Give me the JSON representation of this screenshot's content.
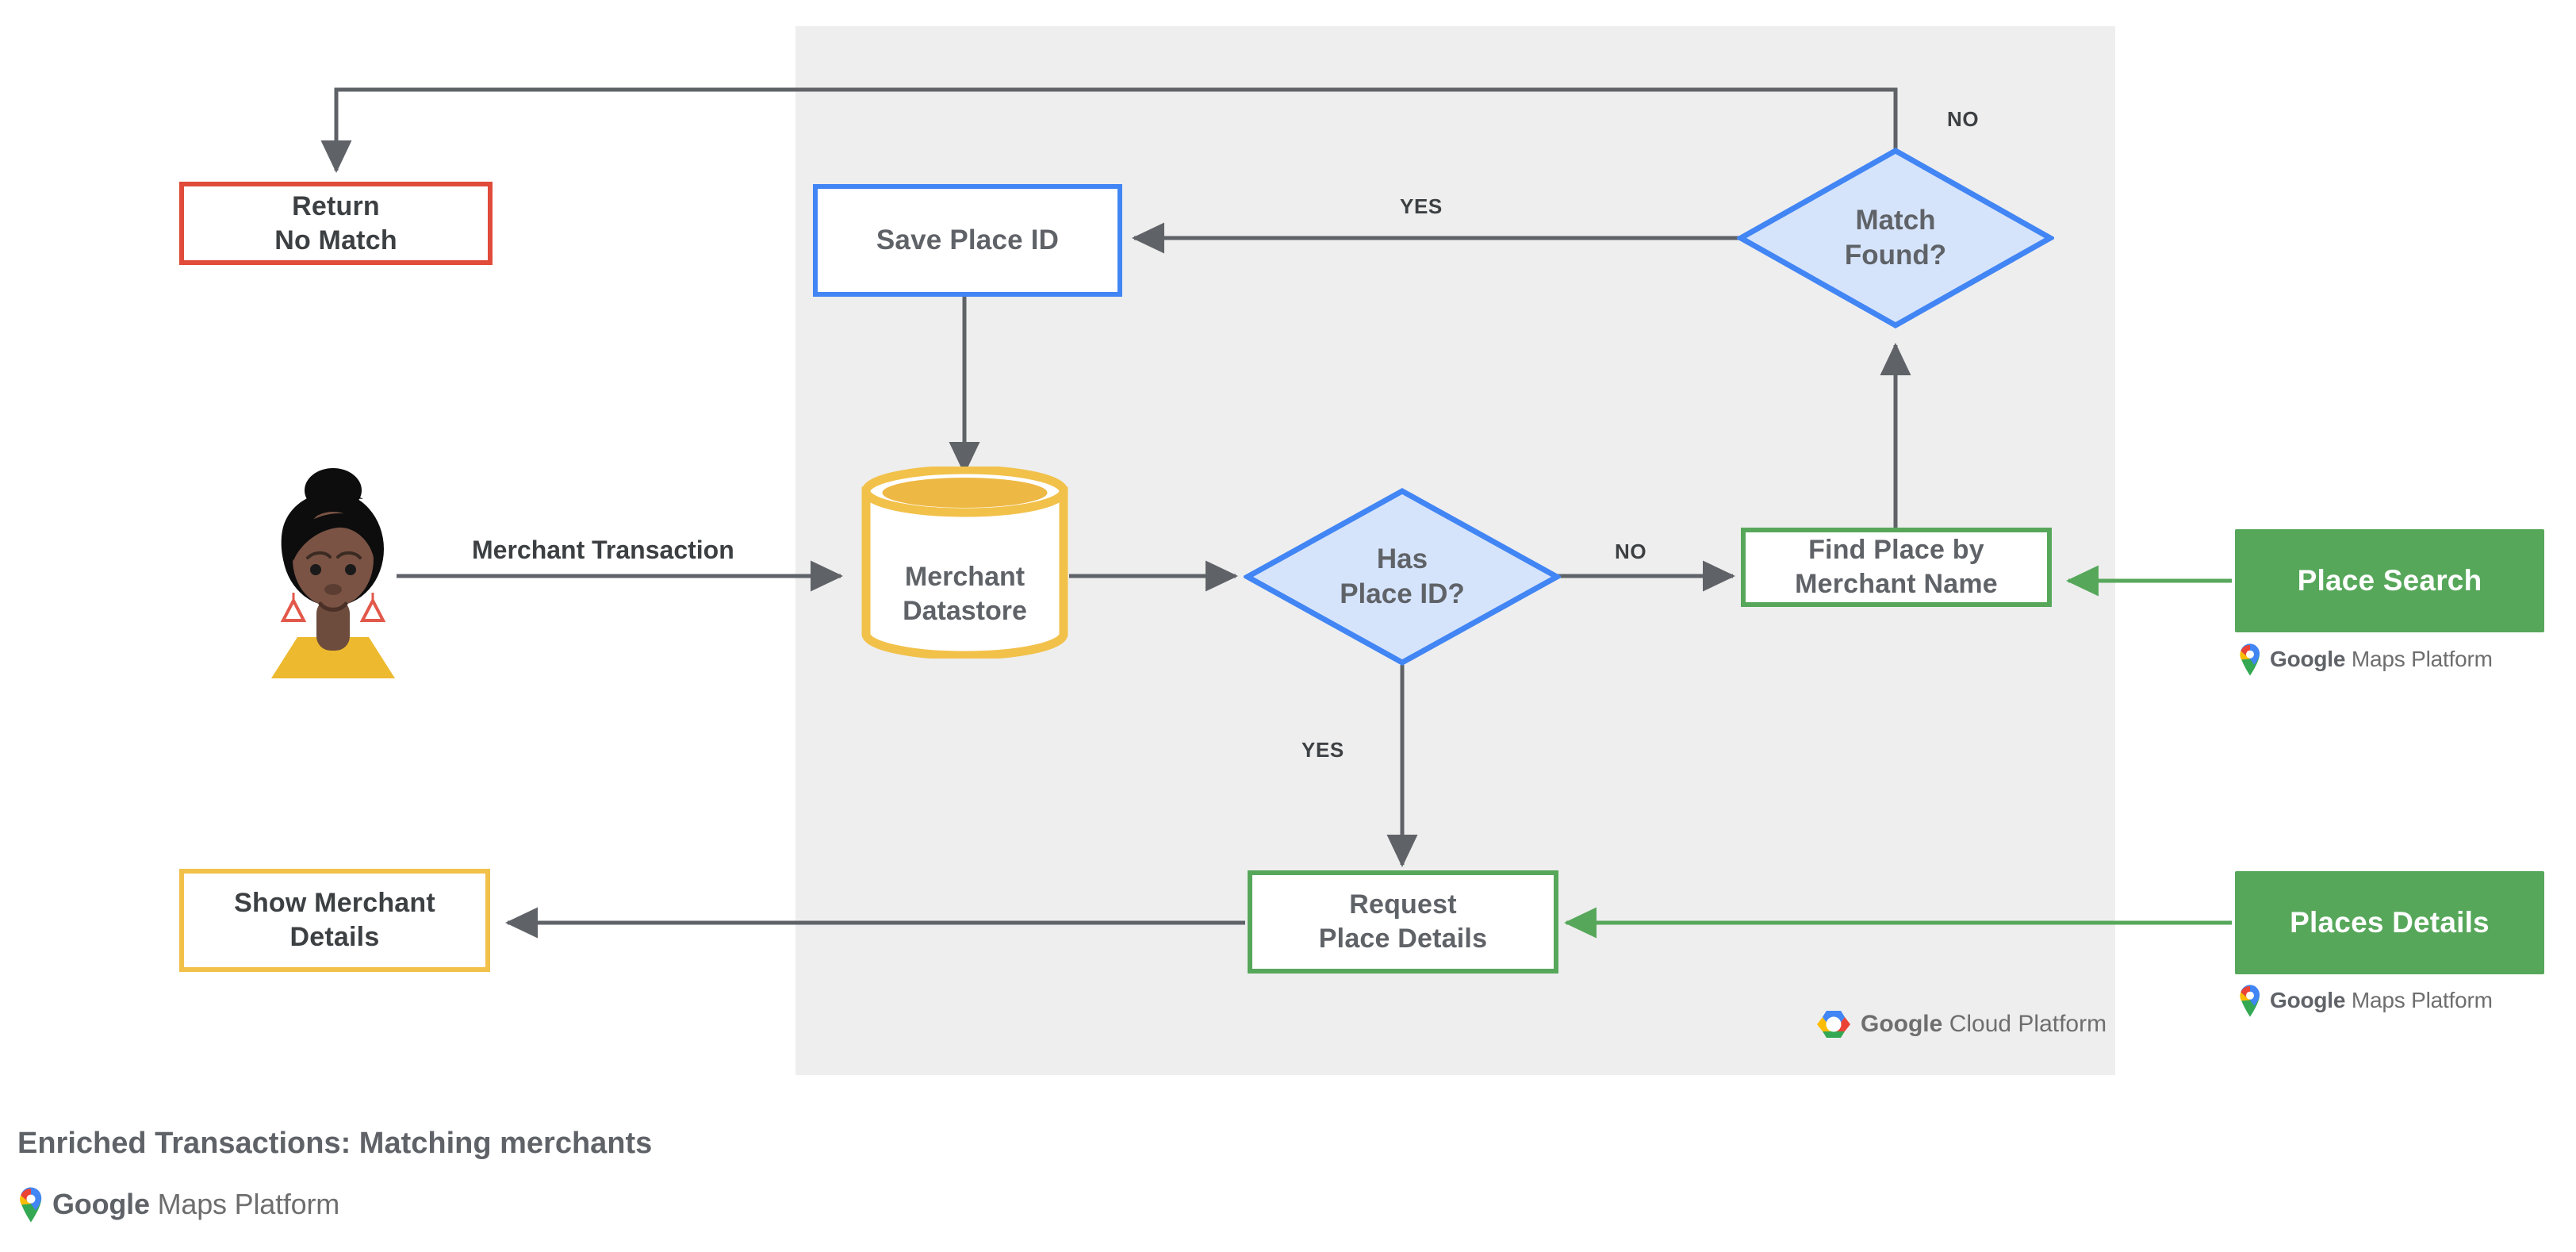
{
  "diagram": {
    "caption": "Enriched Transactions: Matching merchants",
    "platform_badge": {
      "name": "google-cloud-platform",
      "brand": "Google",
      "product": "Cloud Platform"
    },
    "colors": {
      "panel_background": "#eeeeee",
      "red": "#e04b3a",
      "blue": "#4285f4",
      "blue_fill": "#d6e4fb",
      "green": "#57a75b",
      "yellow": "#f2c14a",
      "connector": "#5f6368",
      "text": "#5f6368"
    },
    "nodes": {
      "return_no_match": {
        "label": "Return\nNo Match",
        "line1": "Return",
        "line2": "No Match",
        "shape": "rectangle",
        "accent": "#e04b3a"
      },
      "save_place_id": {
        "label": "Save Place ID",
        "shape": "rectangle",
        "accent": "#4285f4"
      },
      "match_found": {
        "line1": "Match",
        "line2": "Found?",
        "shape": "diamond",
        "accent": "#4285f4"
      },
      "merchant_datastore": {
        "line1": "Merchant",
        "line2": "Datastore",
        "shape": "cylinder",
        "accent": "#f2c14a"
      },
      "has_place_id": {
        "line1": "Has",
        "line2": "Place ID?",
        "shape": "diamond",
        "accent": "#4285f4"
      },
      "find_place_by_merchant_name": {
        "line1": "Find Place by",
        "line2": "Merchant Name",
        "shape": "rectangle",
        "accent": "#57a75b"
      },
      "request_place_details": {
        "line1": "Request",
        "line2": "Place Details",
        "shape": "rectangle",
        "accent": "#57a75b"
      },
      "show_merchant_details": {
        "line1": "Show Merchant",
        "line2": "Details",
        "shape": "rectangle",
        "accent": "#f2c14a"
      },
      "place_search": {
        "label": "Place Search",
        "shape": "chip",
        "accent": "#57a75b"
      },
      "places_details": {
        "label": "Places Details",
        "shape": "chip",
        "accent": "#57a75b"
      }
    },
    "edge_labels": {
      "merchant_transaction": "Merchant Transaction",
      "no_match_found": "NO",
      "yes_match_found": "YES",
      "no_has_place_id": "NO",
      "yes_has_place_id": "YES"
    },
    "product_badges": {
      "place_search_logo": {
        "brand": "Google",
        "product": "Maps Platform"
      },
      "places_details_logo": {
        "brand": "Google",
        "product": "Maps Platform"
      },
      "caption_logo": {
        "brand": "Google",
        "product": "Maps Platform"
      }
    },
    "avatar": {
      "name": "merchant-customer-avatar"
    }
  }
}
